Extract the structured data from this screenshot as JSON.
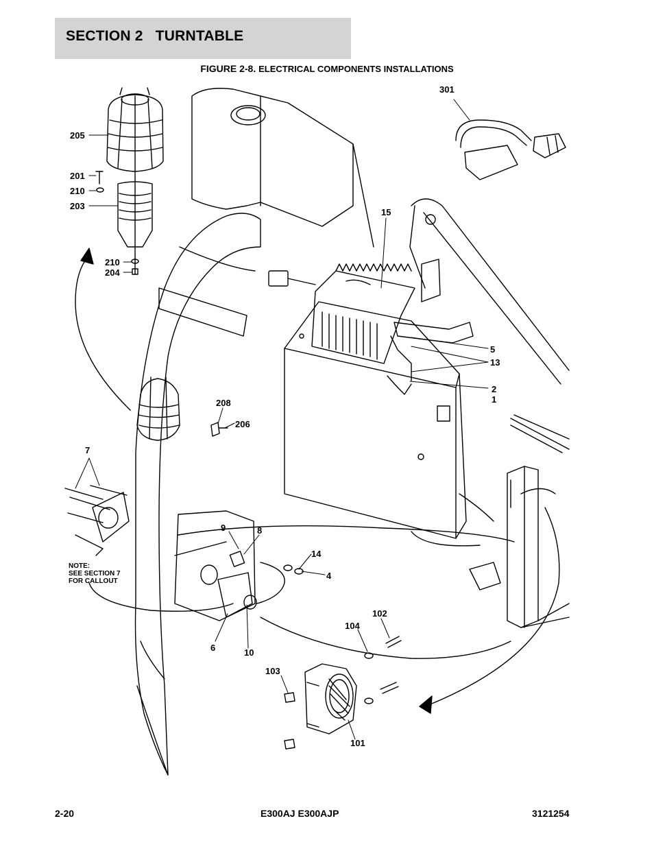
{
  "header": {
    "section_number": "SECTION 2",
    "section_name": "TURNTABLE"
  },
  "figure": {
    "number": "FIGURE 2-8.",
    "title": "ELECTRICAL COMPONENTS INSTALLATIONS"
  },
  "callouts": {
    "c301": "301",
    "c205": "205",
    "c201": "201",
    "c210a": "210",
    "c203": "203",
    "c15": "15",
    "c210b": "210",
    "c204": "204",
    "c5": "5",
    "c13": "13",
    "c2": "2",
    "c1": "1",
    "c208": "208",
    "c206": "206",
    "c7": "7",
    "c9": "9",
    "c8": "8",
    "c14": "14",
    "c4": "4",
    "c102": "102",
    "c104": "104",
    "c6": "6",
    "c10": "10",
    "c103": "103",
    "c101": "101"
  },
  "note": {
    "line1": "NOTE:",
    "line2": "SEE SECTION 7",
    "line3": "FOR CALLOUT"
  },
  "footer": {
    "page_number": "2-20",
    "model": "E300AJ E300AJP",
    "part_number": "3121254"
  }
}
